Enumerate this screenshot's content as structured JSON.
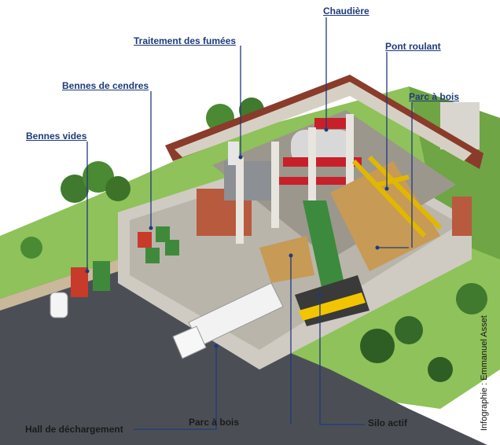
{
  "labels": {
    "chaudiere": "Chaudière",
    "traitement_fumees": "Traitement des fumées",
    "pont_roulant": "Pont roulant",
    "bennes_cendres": "Bennes de cendres",
    "parc_a_bois_top": "Parc à bois",
    "bennes_vides": "Bennes vides",
    "hall_dechargement": "Hall de déchargement",
    "parc_a_bois_bottom": "Parc à bois",
    "silo_actif": "Silo actif"
  },
  "credit": "Infographie : Emmanuel Asset",
  "colors": {
    "label_blue": "#1f3a7a",
    "leader_line": "#1f3a7a",
    "roof": "#8a3b2a",
    "boiler_red": "#c8202a",
    "wood": "#c79a55",
    "bin_red": "#c83a2a",
    "bin_green": "#3f8a3a",
    "grass": "#7fb84a"
  }
}
